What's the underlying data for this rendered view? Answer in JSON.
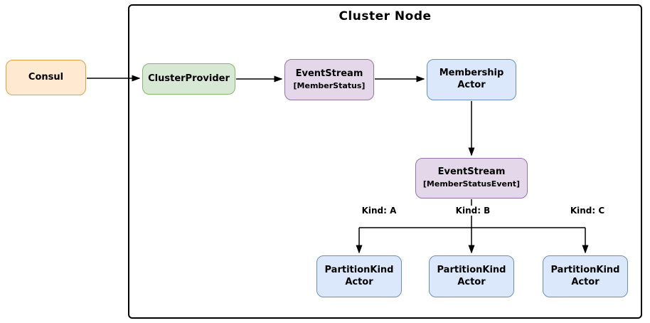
{
  "diagram": {
    "title": "Cluster Node",
    "nodes": {
      "consul": {
        "label": "Consul"
      },
      "cluster_provider": {
        "label": "ClusterProvider"
      },
      "event_stream_member_status": {
        "label": "EventStream",
        "sub": "[MemberStatus]"
      },
      "membership_actor": {
        "label": "Membership\nActor"
      },
      "event_stream_member_status_event": {
        "label": "EventStream",
        "sub": "[MemberStatusEvent]"
      },
      "partition_kind_a": {
        "label": "PartitionKind\nActor"
      },
      "partition_kind_b": {
        "label": "PartitionKind\nActor"
      },
      "partition_kind_c": {
        "label": "PartitionKind\nActor"
      }
    },
    "edge_labels": {
      "kind_a": "Kind: A",
      "kind_b": "Kind: B",
      "kind_c": "Kind: C"
    },
    "colors": {
      "consul_fill": "#ffe9d1",
      "consul_border": "#e0a23f",
      "provider_fill": "#d7e9d5",
      "provider_border": "#84b868",
      "event_stream_fill": "#e3d7e9",
      "event_stream_border": "#9673a6",
      "actor_fill": "#dbe8fb",
      "actor_border": "#6c8ebf",
      "container_border": "#000000",
      "arrow": "#000000"
    }
  }
}
